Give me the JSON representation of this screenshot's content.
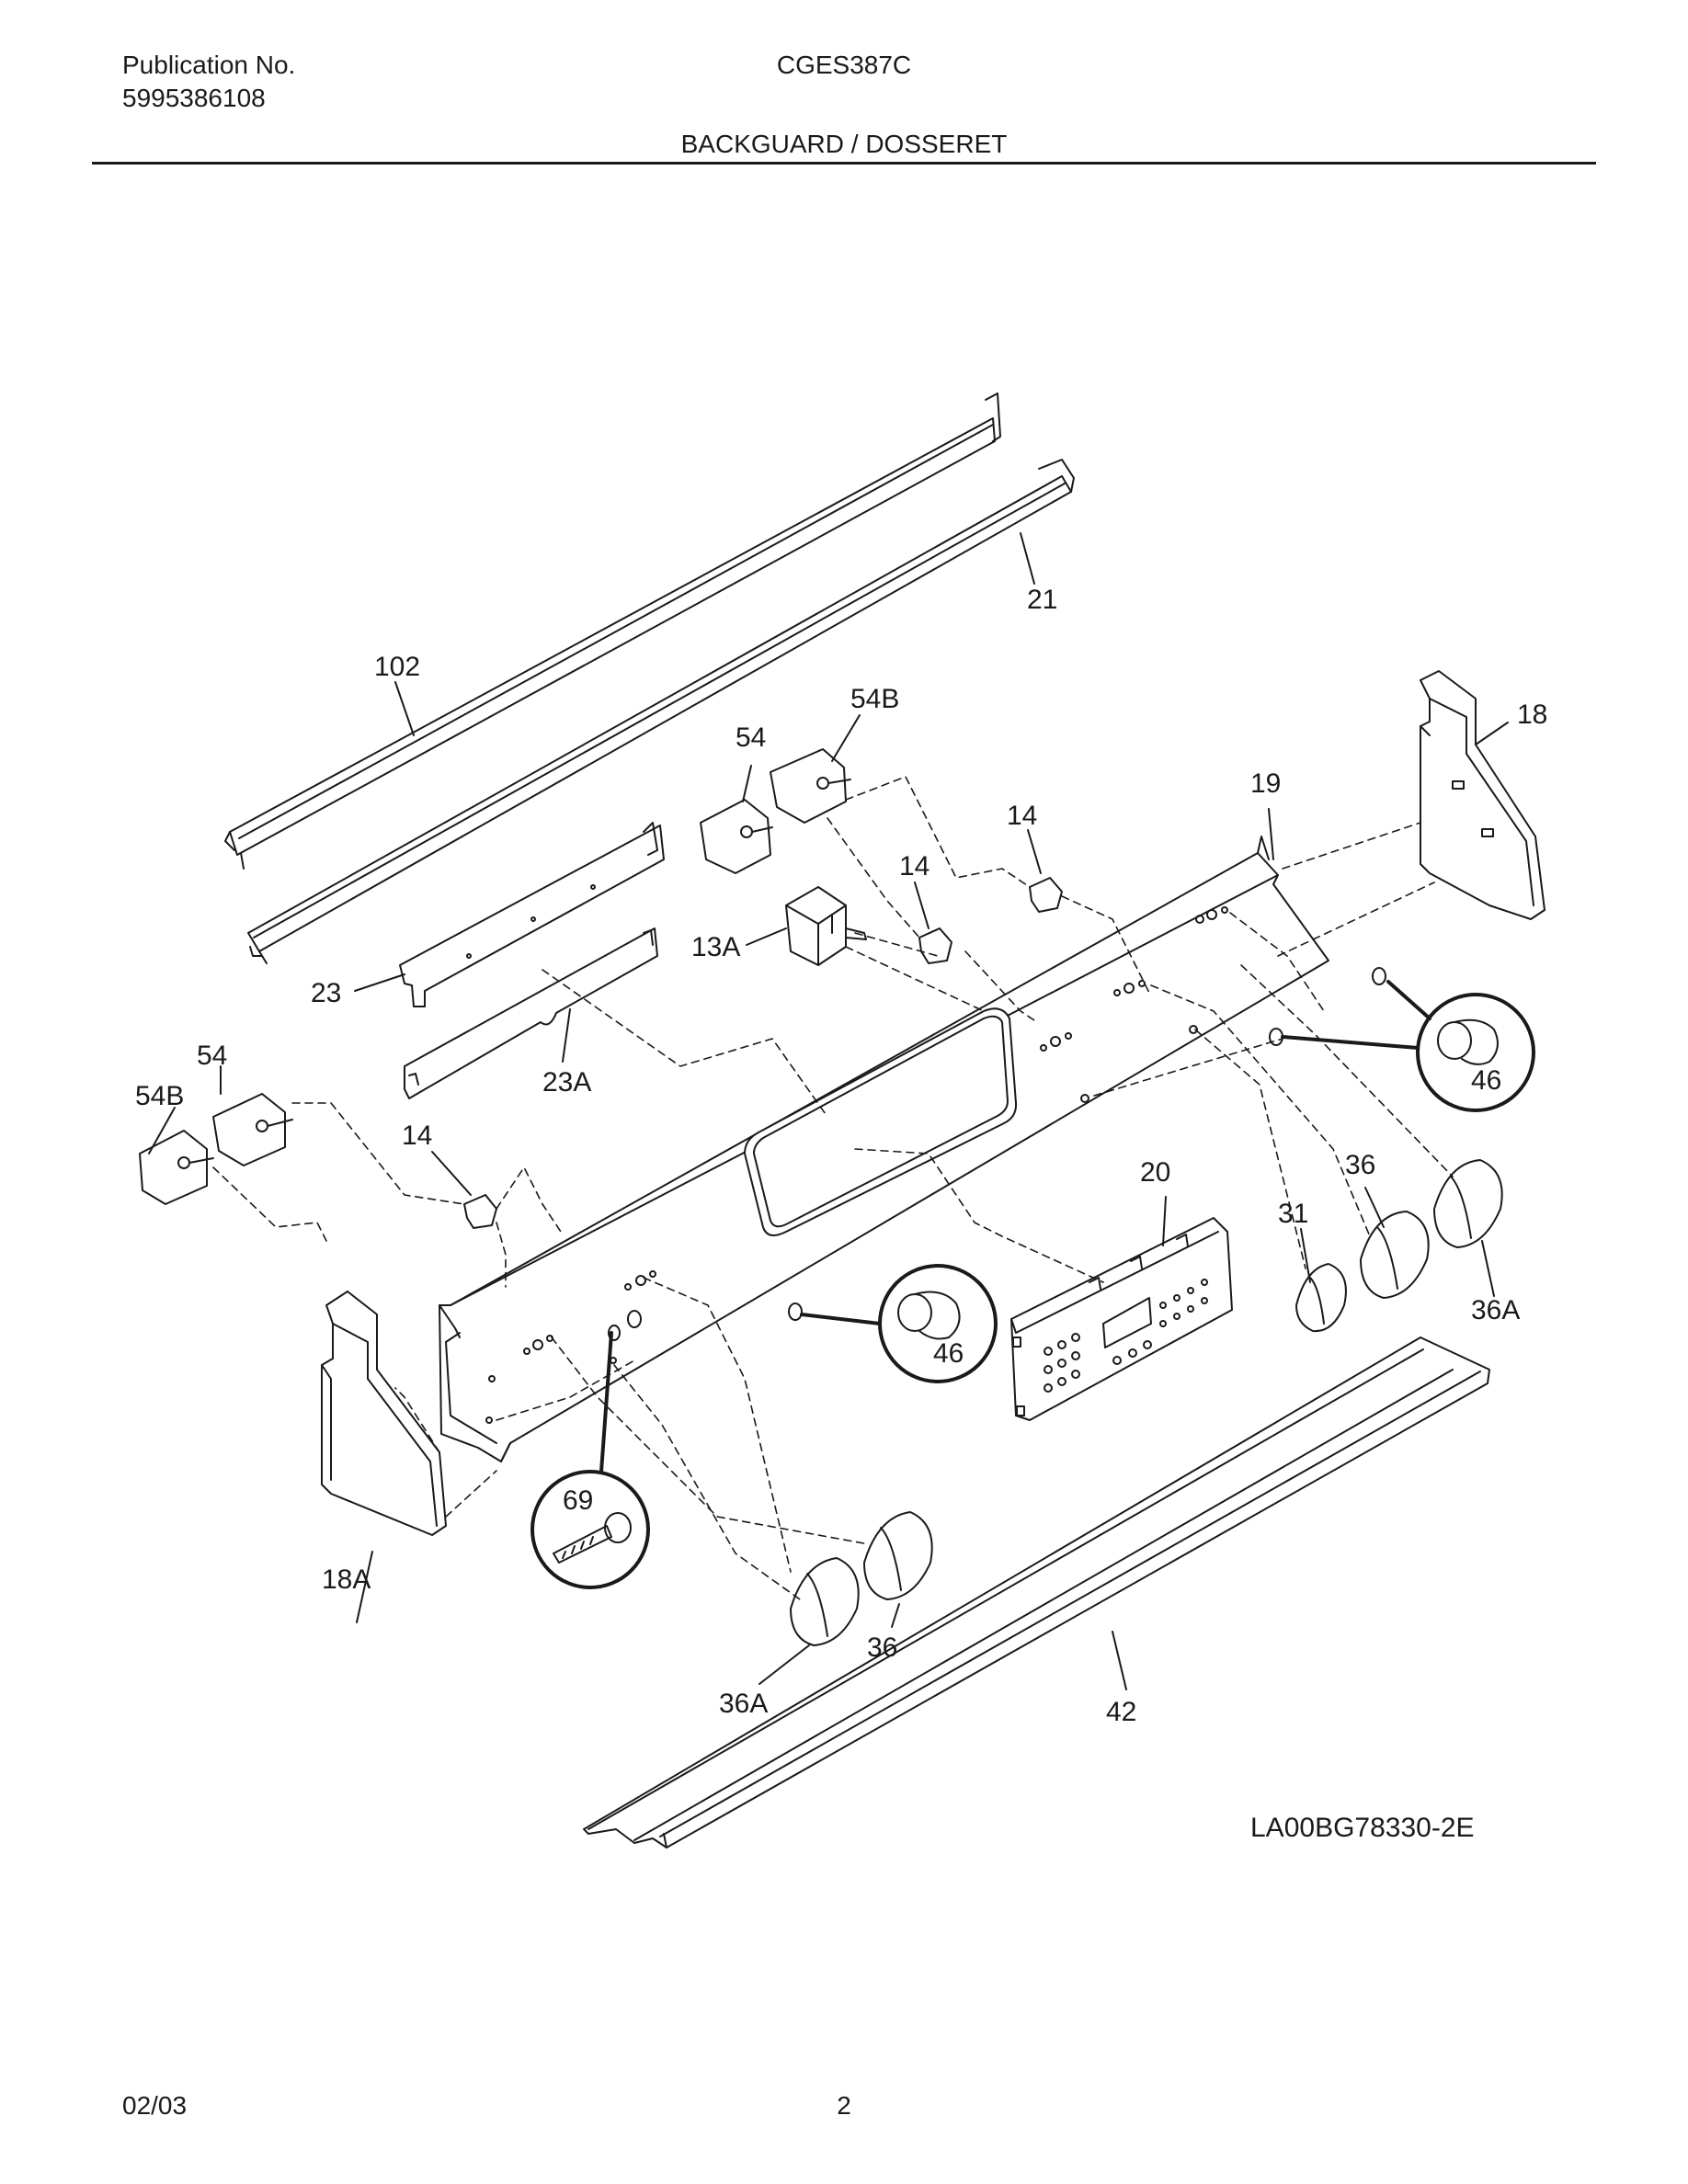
{
  "header": {
    "publication_label": "Publication No.",
    "publication_number": "5995386108",
    "model": "CGES387C",
    "section_title": "BACKGUARD / DOSSERET"
  },
  "diagram": {
    "drawing_id": "LA00BG78330-2E",
    "callouts": {
      "c102": "102",
      "c21": "21",
      "c54a": "54",
      "c54b_a": "54B",
      "c14a": "14",
      "c14b": "14",
      "c13a": "13A",
      "c23": "23",
      "c23a": "23A",
      "c19": "19",
      "c18": "18",
      "c54c": "54",
      "c54b_b": "54B",
      "c14c": "14",
      "c46a": "46",
      "c46b": "46",
      "c20": "20",
      "c31": "31",
      "c36a": "36",
      "c36A_a": "36A",
      "c69": "69",
      "c18a": "18A",
      "c36b": "36",
      "c36A_b": "36A",
      "c42": "42"
    }
  },
  "footer": {
    "date": "02/03",
    "page": "2"
  }
}
